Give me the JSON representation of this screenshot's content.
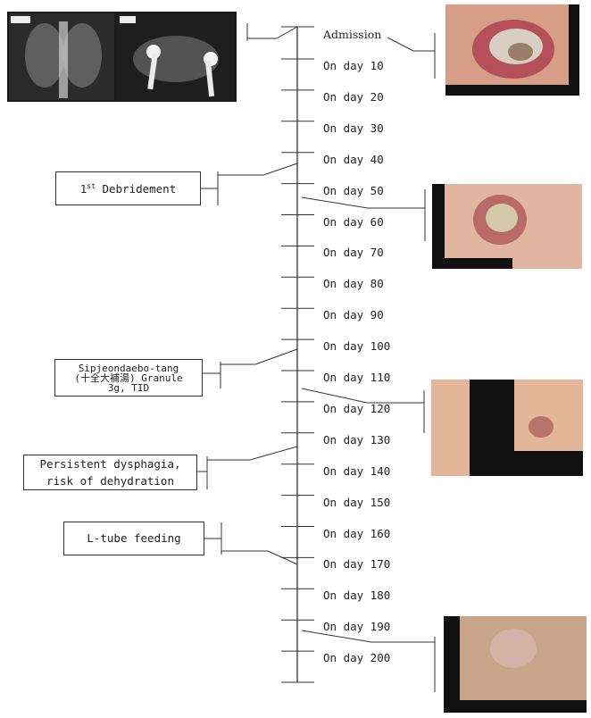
{
  "timeline": {
    "admission_label": "Admission",
    "days": [
      "On day 10",
      "On day 20",
      "On day 30",
      "On day 40",
      "On day 50",
      "On day 60",
      "On day 70",
      "On day 80",
      "On day 90",
      "On day 100",
      "On day 110",
      "On day 120",
      "On day 130",
      "On day 140",
      "On day 150",
      "On day 160",
      "On day 170",
      "On day 180",
      "On day 190",
      "On day 200"
    ]
  },
  "events": {
    "debridement": {
      "number": "1",
      "superscript": "st",
      "text": "Debridement"
    },
    "herbal": {
      "line1": "Sipjeondaebo-tang",
      "line2": "(十全大補湯) Granule",
      "line3": "3g, TID"
    },
    "dysphagia": {
      "line1": "Persistent dysphagia,",
      "line2": "risk of dehydration"
    },
    "ltube": {
      "text": "L-tube feeding"
    }
  },
  "colors": {
    "line": "#333333",
    "box_border": "#333333",
    "text": "#222222"
  }
}
